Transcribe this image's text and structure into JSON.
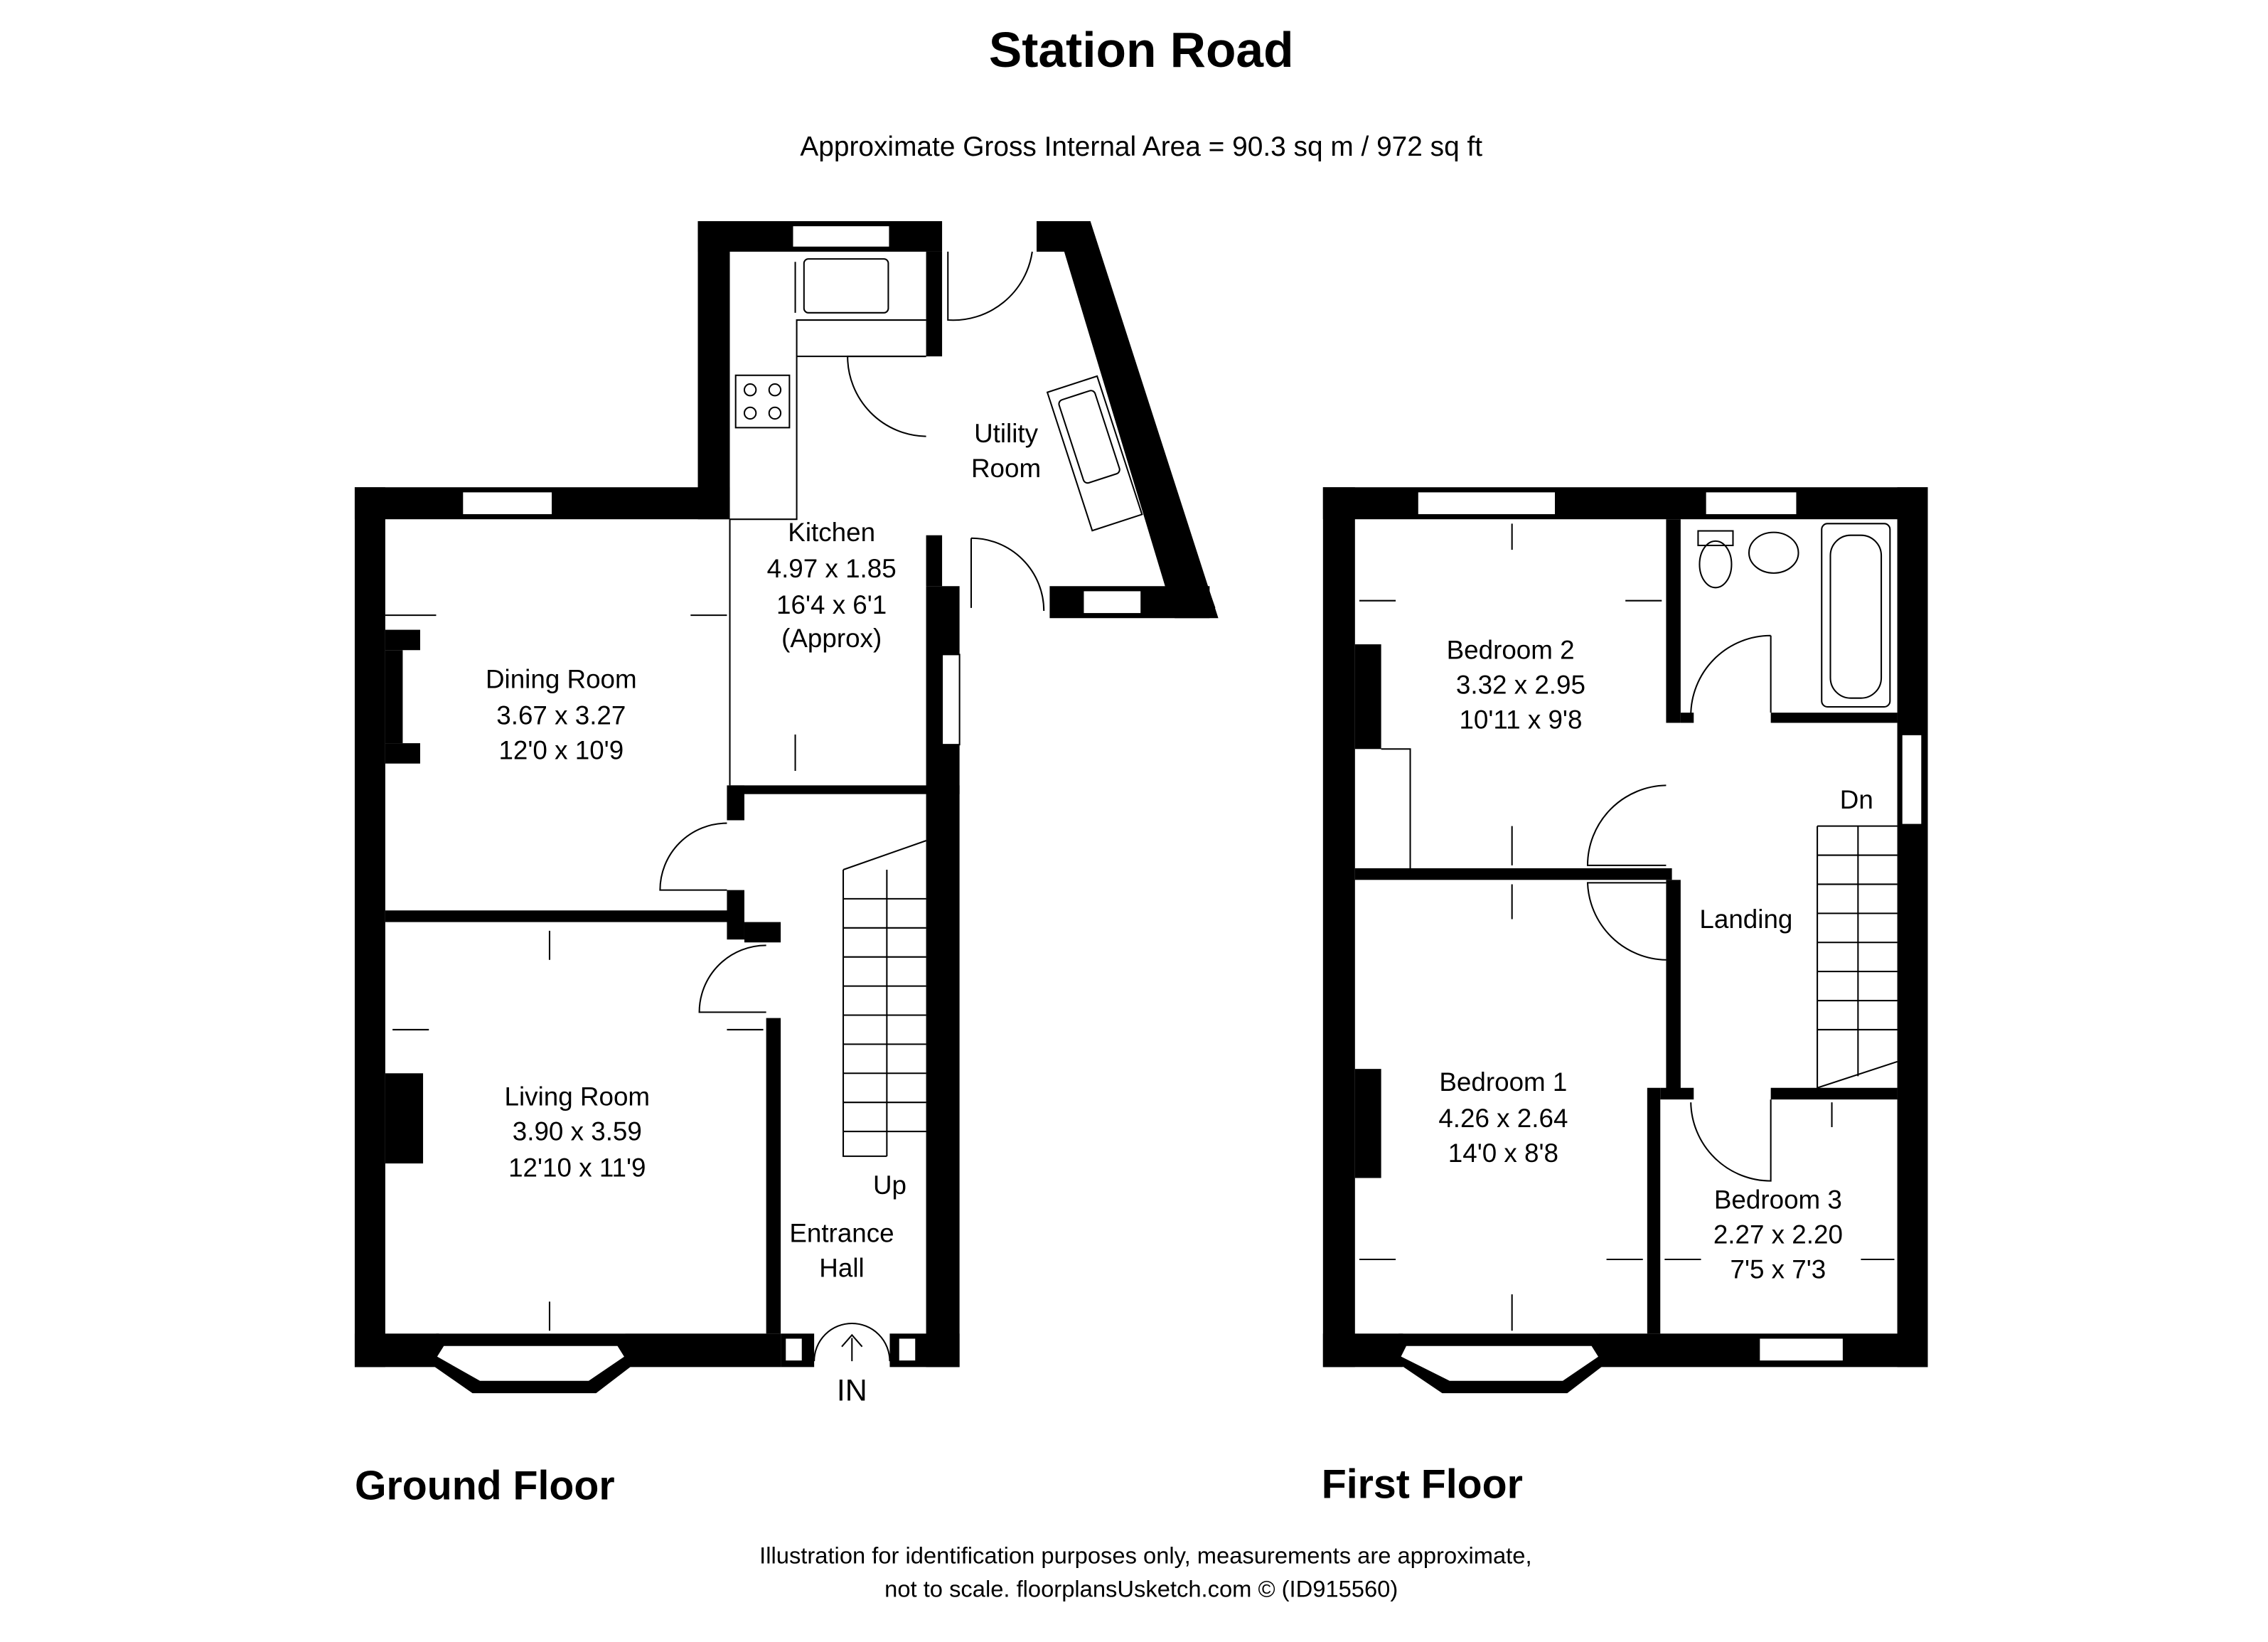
{
  "header": {
    "title": "Station Road",
    "area": "Approximate Gross Internal Area = 90.3 sq m / 972 sq ft"
  },
  "ground_floor": {
    "label": "Ground Floor",
    "rooms": {
      "kitchen": {
        "name": "Kitchen",
        "metric": "4.97 x 1.85",
        "imperial": "16'4 x 6'1",
        "note": "(Approx)"
      },
      "utility": {
        "name_line1": "Utility",
        "name_line2": "Room"
      },
      "dining": {
        "name": "Dining Room",
        "metric": "3.67 x 3.27",
        "imperial": "12'0 x 10'9"
      },
      "living": {
        "name": "Living Room",
        "metric": "3.90 x 3.59",
        "imperial": "12'10 x 11'9"
      },
      "hall": {
        "name_line1": "Entrance",
        "name_line2": "Hall"
      }
    },
    "stairs_label": "Up",
    "entrance_label": "IN"
  },
  "first_floor": {
    "label": "First Floor",
    "rooms": {
      "bedroom2": {
        "name": "Bedroom 2",
        "metric": "3.32 x 2.95",
        "imperial": "10'11 x 9'8"
      },
      "bedroom1": {
        "name": "Bedroom 1",
        "metric": "4.26 x 2.64",
        "imperial": "14'0 x 8'8"
      },
      "bedroom3": {
        "name": "Bedroom 3",
        "metric": "2.27 x 2.20",
        "imperial": "7'5 x 7'3"
      },
      "landing": {
        "name": "Landing"
      }
    },
    "stairs_label": "Dn"
  },
  "footer": {
    "line1": "Illustration for identification purposes only, measurements are approximate,",
    "line2": "not to scale. floorplansUsketch.com © (ID915560)"
  }
}
